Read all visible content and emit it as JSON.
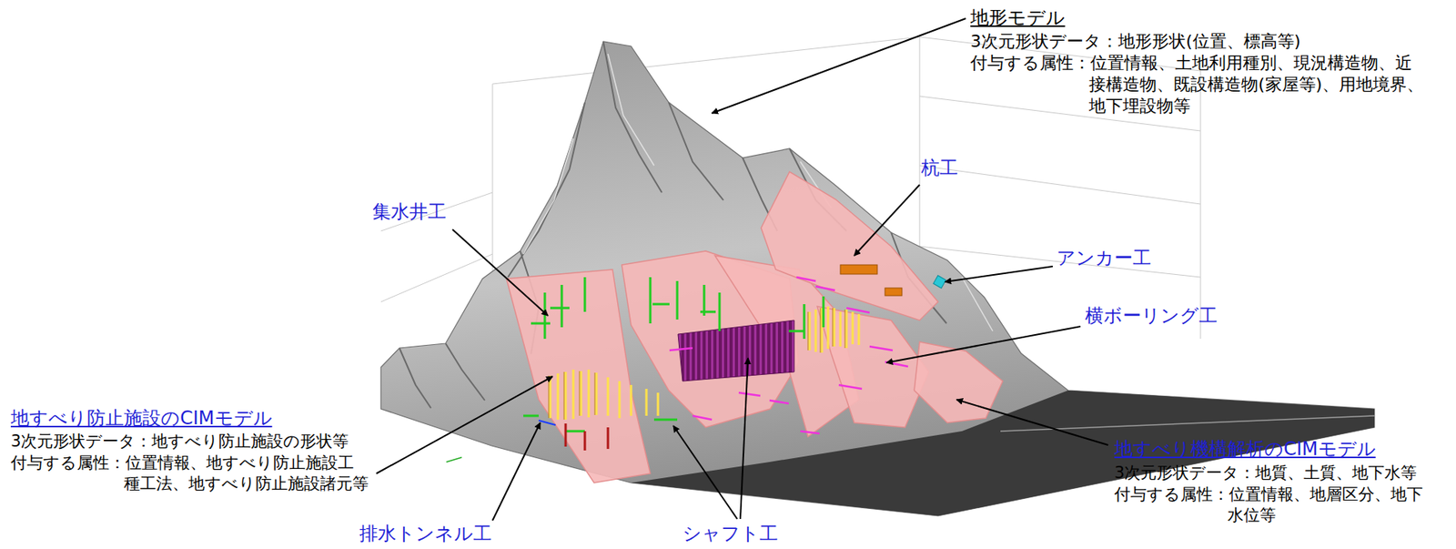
{
  "diagram": {
    "labels": [
      "地形モデル",
      "3次元形状データ：地形形状(位置、標高等)",
      "付与する属性：位置情報、土地利用種別、現況構造物、近 接構造物、既設構造物(家屋等)、用地境界、 地下埋設物等",
      "杭工",
      "集水井工",
      "アンカー工",
      "横ボーリング工",
      "地すべり防止施設のCIMモデル",
      "3次元形状データ：地すべり防止施設の形状等",
      "付与する属性：位置情報、地すべり防止施設工 種工法、地すべり防止施設諸元等",
      "地すべり機構解析のCIMモデル",
      "3次元形状データ：地質、土質、地下水等",
      "付与する属性：位置情報、地層区分、地下 水位等",
      "排水トンネル工",
      "シャフト工"
    ]
  }
}
